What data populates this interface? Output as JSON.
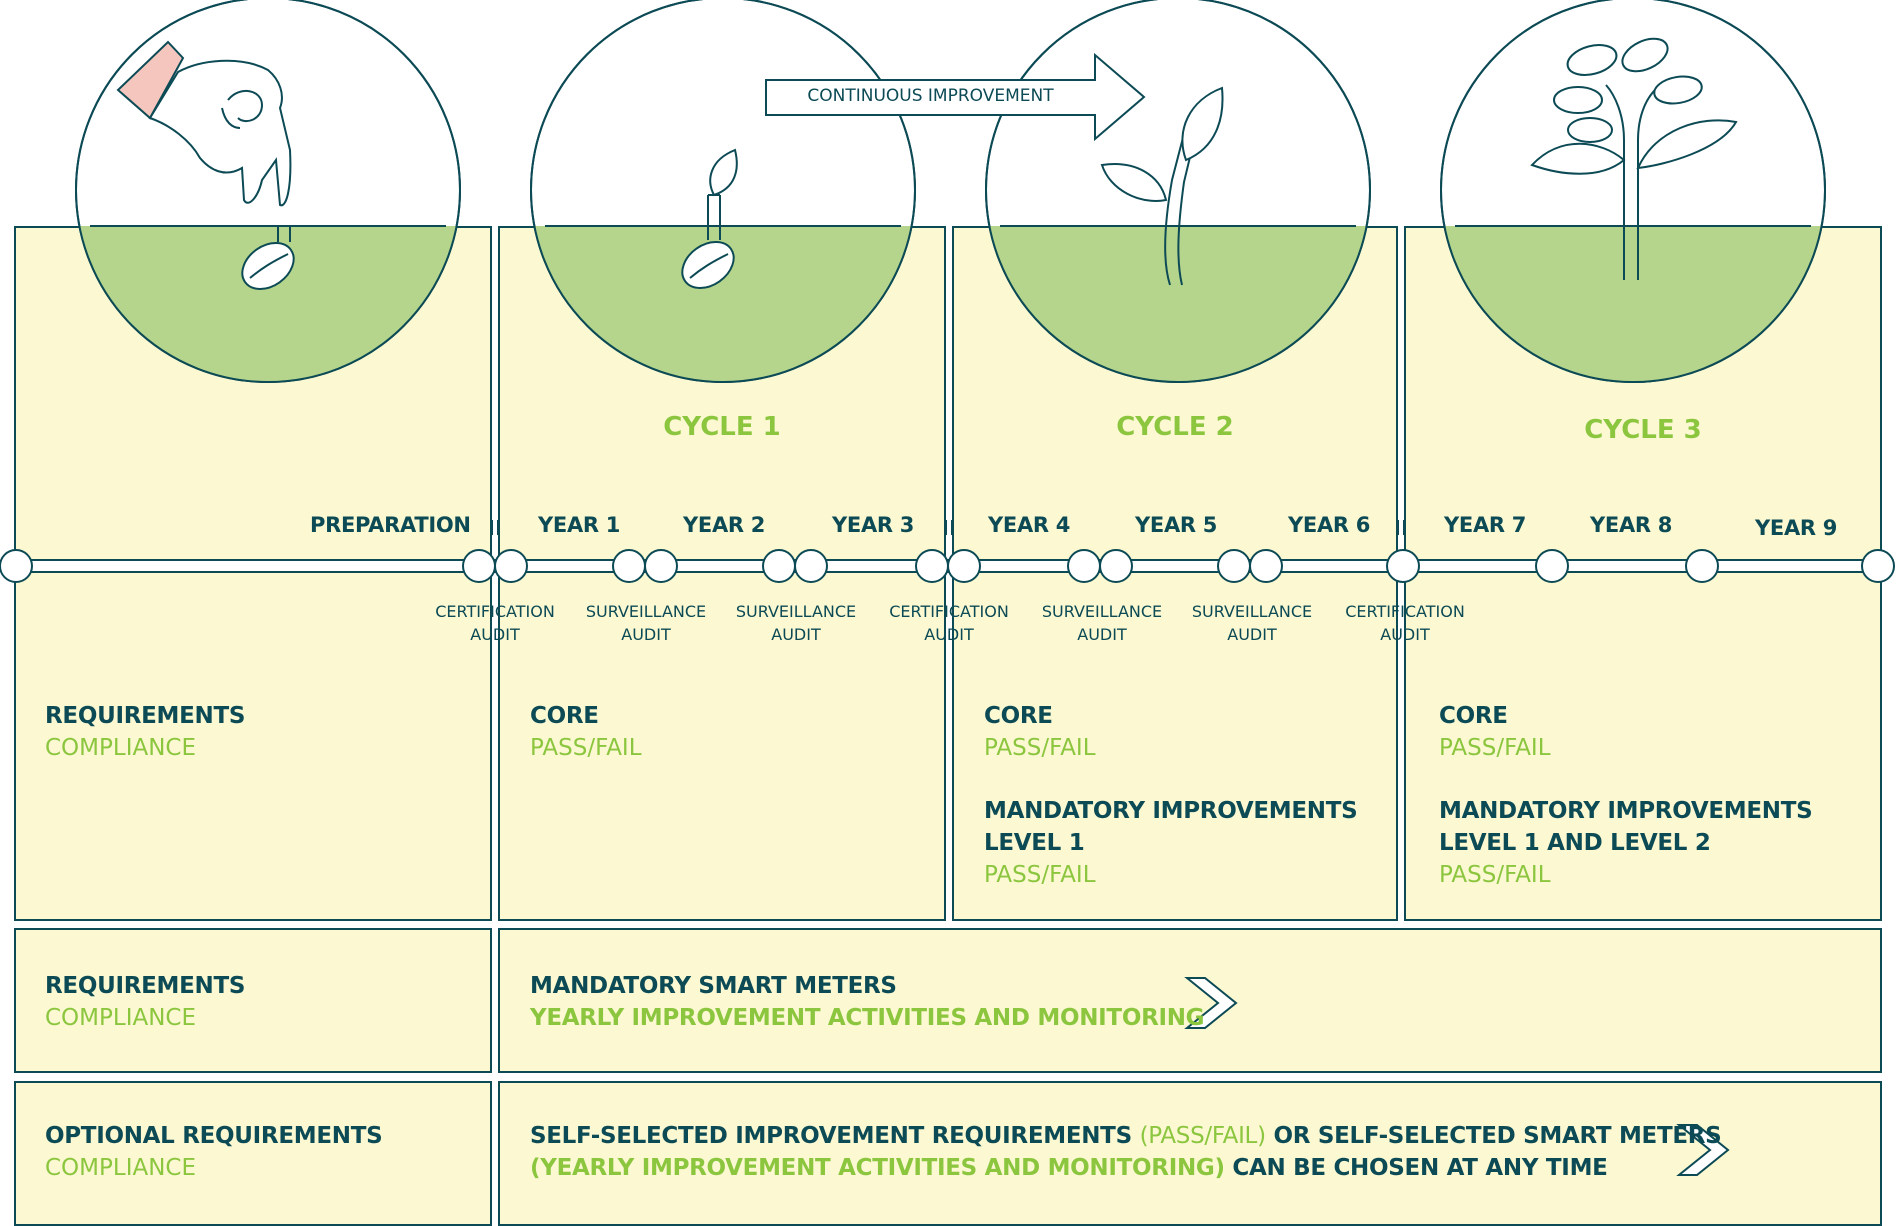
{
  "banner": {
    "label": "CONTINUOUS IMPROVEMENT"
  },
  "cycles": [
    "CYCLE 1",
    "CYCLE 2",
    "CYCLE 3"
  ],
  "timeline": {
    "preparation": "PREPARATION",
    "years": [
      "YEAR 1",
      "YEAR 2",
      "YEAR 3",
      "YEAR 4",
      "YEAR 5",
      "YEAR 6",
      "YEAR 7",
      "YEAR 8",
      "YEAR 9"
    ],
    "audits": [
      {
        "line1": "CERTIFICATION",
        "line2": "AUDIT"
      },
      {
        "line1": "SURVEILLANCE",
        "line2": "AUDIT"
      },
      {
        "line1": "SURVEILLANCE",
        "line2": "AUDIT"
      },
      {
        "line1": "CERTIFICATION",
        "line2": "AUDIT"
      },
      {
        "line1": "SURVEILLANCE",
        "line2": "AUDIT"
      },
      {
        "line1": "SURVEILLANCE",
        "line2": "AUDIT"
      },
      {
        "line1": "CERTIFICATION",
        "line2": "AUDIT"
      }
    ]
  },
  "row1": {
    "prep": {
      "title": "REQUIREMENTS",
      "sub": "COMPLIANCE"
    },
    "c1": {
      "title": "CORE",
      "sub": "PASS/FAIL"
    },
    "c2": {
      "title": "CORE",
      "sub": "PASS/FAIL",
      "title2a": "MANDATORY IMPROVEMENTS",
      "title2b": "LEVEL 1",
      "sub2": "PASS/FAIL"
    },
    "c3": {
      "title": "CORE",
      "sub": "PASS/FAIL",
      "title2a": "MANDATORY IMPROVEMENTS",
      "title2b": "LEVEL 1 AND LEVEL 2",
      "sub2": "PASS/FAIL"
    }
  },
  "row2": {
    "left": {
      "title": "REQUIREMENTS",
      "sub": "COMPLIANCE"
    },
    "right": {
      "title": "MANDATORY SMART METERS",
      "sub": "YEARLY IMPROVEMENT ACTIVITIES AND MONITORING"
    }
  },
  "row3": {
    "left": {
      "title": "OPTIONAL REQUIREMENTS",
      "sub": "COMPLIANCE"
    },
    "right": {
      "p1": "SELF-SELECTED IMPROVEMENT REQUIREMENTS ",
      "p2": "(PASS/FAIL)",
      "p3": " OR SELF-SELECTED SMART METERS",
      "p4": "(YEARLY IMPROVEMENT ACTIVITIES AND MONITORING)",
      "p5": " CAN BE CHOSEN AT ANY TIME"
    }
  },
  "icons": [
    "hand-seed-icon",
    "seed-sprout-icon",
    "seedling-icon",
    "plant-icon",
    "chevron-right-icon"
  ],
  "colors": {
    "dark": "#0c4a55",
    "green": "#8cc63f",
    "panel": "#fbf8d2",
    "soil": "#b5d58d",
    "skin": "#f5c6bd"
  }
}
